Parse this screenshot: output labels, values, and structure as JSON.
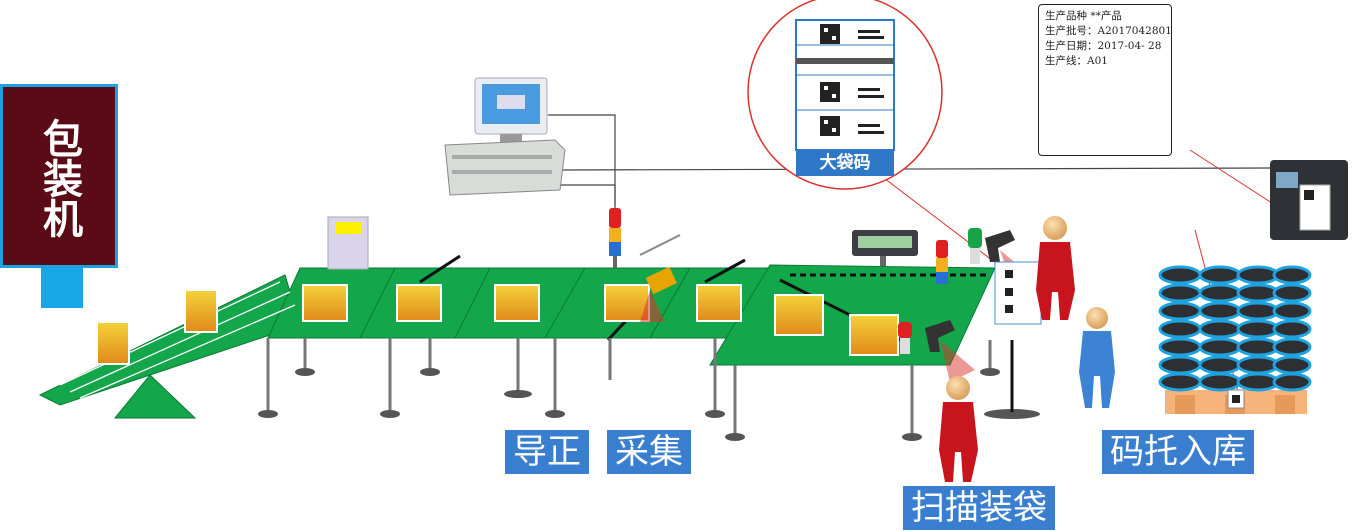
{
  "machine": {
    "label": "包装机"
  },
  "labels": {
    "guide": "导正",
    "collect": "采集",
    "scan_pack": "扫描装袋",
    "pallet_storage": "码托入库",
    "big_bag_code": "大袋码"
  },
  "label_card": {
    "line1": "生产品种      **产品",
    "line2": "生产批号：A2017042801",
    "line3": "生产日期：2017-04- 28",
    "line4": "生产线：A01"
  },
  "colors": {
    "belt": "#14a64b",
    "machine_body": "#5a0b16",
    "machine_border": "#1fa3e0",
    "label_blue": "#3a7fcf",
    "red_lines": "#d9342b"
  }
}
